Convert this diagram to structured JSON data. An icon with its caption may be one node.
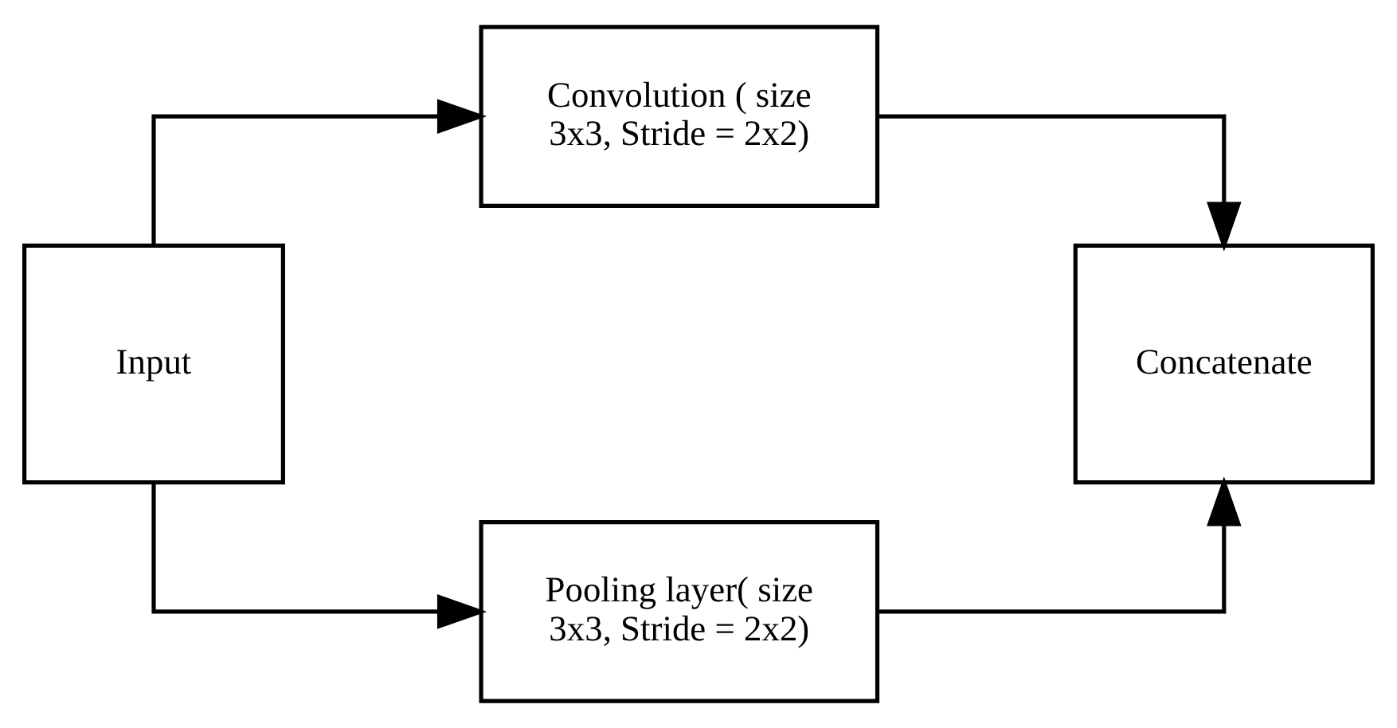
{
  "diagram": {
    "nodes": [
      {
        "text": [
          "Input"
        ]
      },
      {
        "text": [
          "Convolution ( size 3x3, Stride = 2x2)"
        ]
      },
      {
        "text": [
          "Pooling layer( size 3x3, Stride = 2x2)"
        ]
      },
      {
        "text": [
          "Concatenate"
        ]
      }
    ],
    "edges": [
      {
        "from": 0,
        "to": 1,
        "arrow": "to"
      },
      {
        "from": 0,
        "to": 2,
        "arrow": "to"
      },
      {
        "from": 1,
        "to": 3,
        "arrow": "to"
      },
      {
        "from": 2,
        "to": 3,
        "arrow": "to"
      }
    ]
  }
}
